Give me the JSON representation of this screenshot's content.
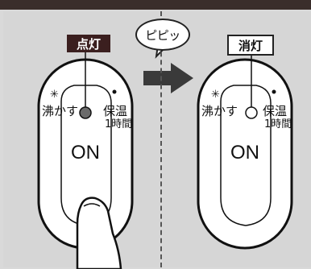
{
  "sound_bubble": "ピピッ",
  "left_panel": {
    "status_tag": "点灯",
    "boil_label": "沸かす",
    "keep_warm_label": "保温",
    "timer_label": "1時間",
    "button_label": "ON",
    "boil_indicator_color": "#6b6b6b"
  },
  "right_panel": {
    "status_tag": "消灯",
    "boil_label": "沸かす",
    "keep_warm_label": "保温",
    "timer_label": "1時間",
    "button_label": "ON",
    "boil_indicator_color": "#ffffff"
  },
  "colors": {
    "background": "#d9d9d9",
    "top_band": "#3a2e2b",
    "arrow": "#3a3a3a",
    "status_tag_lit_bg": "#3b1f1f"
  },
  "icons": [
    "sparkle-icon",
    "right-arrow-icon",
    "finger-icon"
  ]
}
